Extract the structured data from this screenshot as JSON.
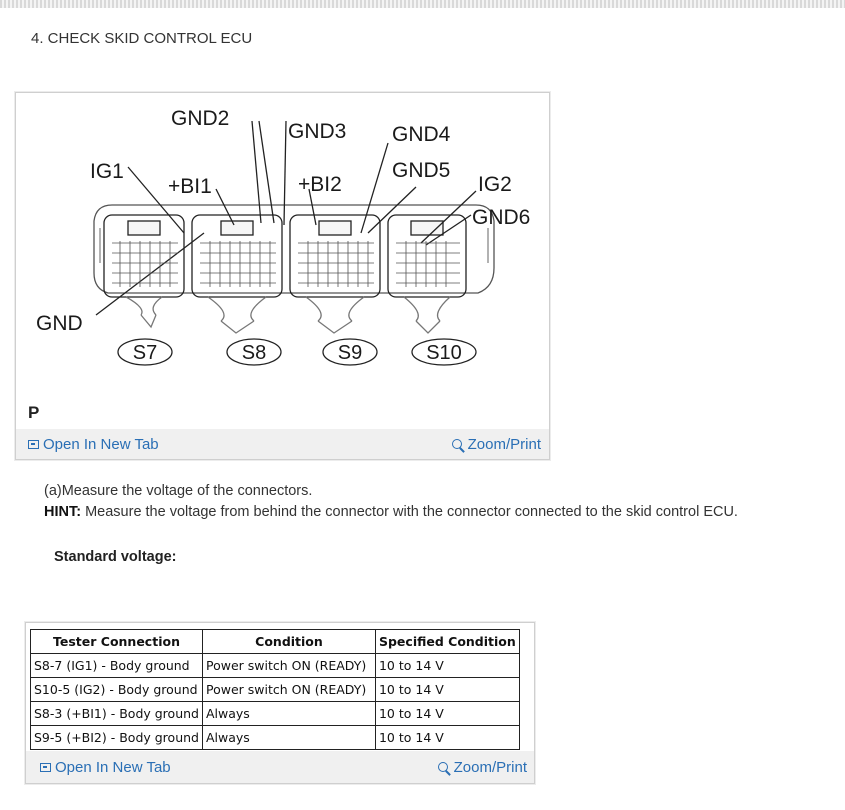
{
  "step": {
    "title": "4. CHECK SKID CONTROL ECU"
  },
  "figure": {
    "code": "P",
    "labels": {
      "gnd2": "GND2",
      "gnd3": "GND3",
      "gnd4": "GND4",
      "ig1": "IG1",
      "bi1": "+BI1",
      "bi2": "+BI2",
      "gnd5": "GND5",
      "ig2": "IG2",
      "gnd6": "GND6",
      "gnd": "GND"
    },
    "connectors": [
      "S7",
      "S8",
      "S9",
      "S10"
    ],
    "open_tab_label": "Open In New Tab",
    "zoom_label": "Zoom/Print"
  },
  "instruction": {
    "step_a": "(a)Measure the voltage of the connectors.",
    "hint_label": "HINT:",
    "hint_text": " Measure the voltage from behind the connector with the connector connected to the skid control ECU."
  },
  "standard": {
    "label": "Standard voltage:"
  },
  "spec_table": {
    "headers": [
      "Tester Connection",
      "Condition",
      "Specified Condition"
    ],
    "rows": [
      [
        "S8-7 (IG1) - Body ground",
        "Power switch ON (READY)",
        "10 to 14 V"
      ],
      [
        "S10-5 (IG2) - Body ground",
        "Power switch ON (READY)",
        "10 to 14 V"
      ],
      [
        "S8-3 (+BI1) - Body ground",
        "Always",
        "10 to 14 V"
      ],
      [
        "S9-5 (+BI2) - Body ground",
        "Always",
        "10 to 14 V"
      ]
    ],
    "open_tab_label": "Open In New Tab",
    "zoom_label": "Zoom/Print"
  }
}
